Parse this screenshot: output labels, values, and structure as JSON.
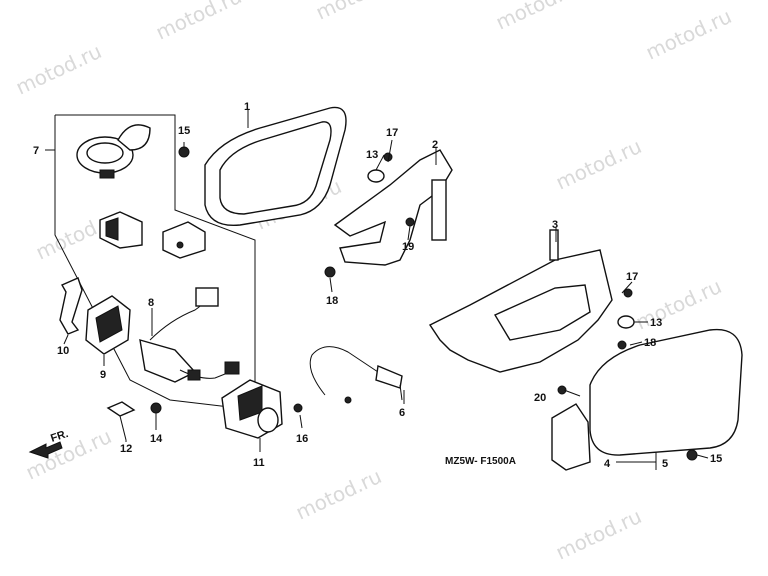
{
  "diagram": {
    "code": "MZ5W- F1500A",
    "direction": "FR.",
    "watermark": "motod.ru",
    "callouts": [
      "1",
      "2",
      "3",
      "4",
      "5",
      "6",
      "7",
      "8",
      "9",
      "10",
      "11",
      "12",
      "13",
      "13",
      "14",
      "15",
      "15",
      "16",
      "17",
      "17",
      "18",
      "18",
      "19",
      "20"
    ]
  }
}
